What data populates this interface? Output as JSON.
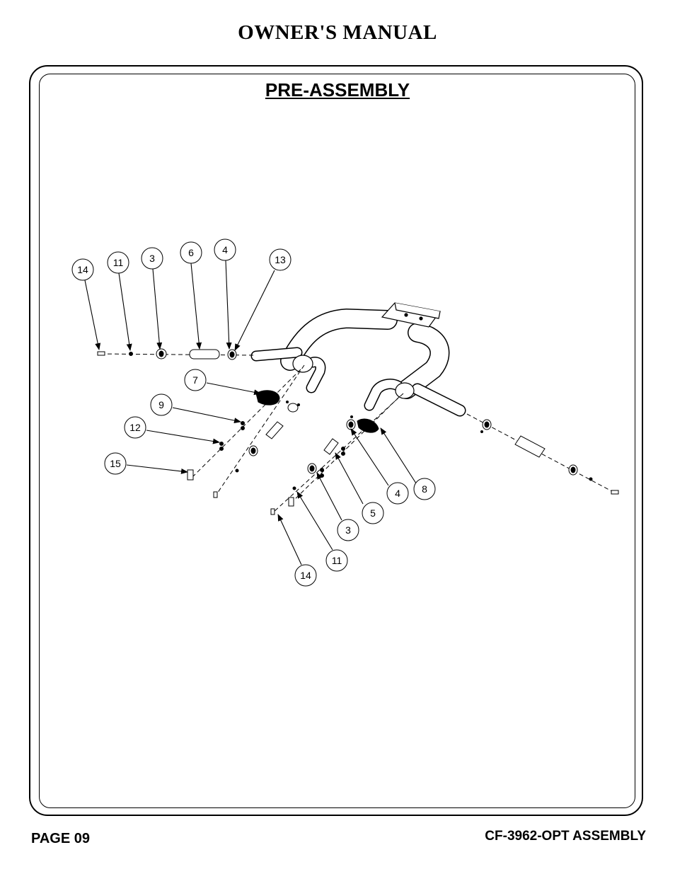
{
  "header": {
    "title": "OWNER'S MANUAL"
  },
  "section": {
    "title": "PRE-ASSEMBLY"
  },
  "footer": {
    "page": "PAGE 09",
    "model": "CF-3962-OPT ASSEMBLY"
  },
  "callouts": {
    "c14a": "14",
    "c11a": "11",
    "c3a": "3",
    "c6": "6",
    "c4a": "4",
    "c13": "13",
    "c7": "7",
    "c9": "9",
    "c12": "12",
    "c15": "15",
    "c4b": "4",
    "c8": "8",
    "c5": "5",
    "c3b": "3",
    "c11b": "11",
    "c14b": "14"
  }
}
